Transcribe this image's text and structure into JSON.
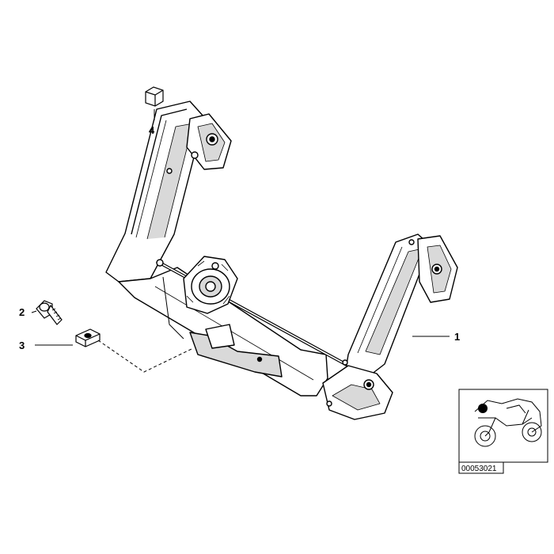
{
  "diagram": {
    "callouts": [
      {
        "id": "part-1",
        "label": "1"
      },
      {
        "id": "part-2",
        "label": "2"
      },
      {
        "id": "part-3",
        "label": "3"
      },
      {
        "id": "part-4",
        "label": "4"
      }
    ],
    "reference_number": "00053021",
    "colors": {
      "line": "#000000",
      "fill": "#ffffff",
      "shade": "#d9d9d9",
      "highlight": "#000000",
      "frame_border": "#555555"
    }
  }
}
